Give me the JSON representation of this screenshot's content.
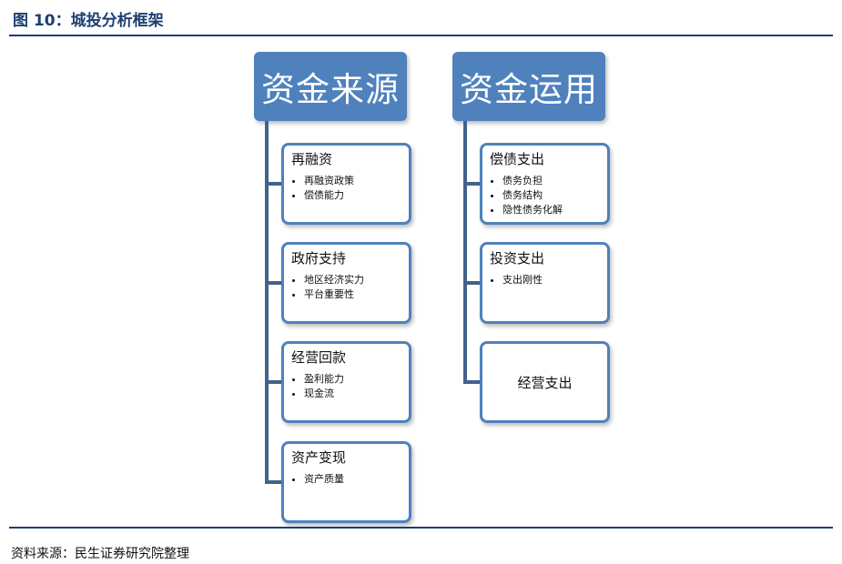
{
  "title": "图 10：城投分析框架",
  "source": "资料来源：民生证券研究院整理",
  "diagram": {
    "left": {
      "header": "资金来源",
      "children": [
        {
          "title": "再融资",
          "bullets": [
            "再融资政策",
            "偿债能力"
          ]
        },
        {
          "title": "政府支持",
          "bullets": [
            "地区经济实力",
            "平台重要性"
          ]
        },
        {
          "title": "经营回款",
          "bullets": [
            "盈利能力",
            "现金流"
          ]
        },
        {
          "title": "资产变现",
          "bullets": [
            "资产质量"
          ]
        }
      ]
    },
    "right": {
      "header": "资金运用",
      "children": [
        {
          "title": "偿债支出",
          "bullets": [
            "债务负担",
            "债务结构",
            "隐性债务化解"
          ]
        },
        {
          "title": "投资支出",
          "bullets": [
            "支出刚性"
          ]
        },
        {
          "title": "经营支出",
          "bullets": []
        }
      ]
    }
  },
  "colors": {
    "header_fill": "#4f81bd",
    "connector": "#41628c",
    "title_text": "#1b3f73"
  }
}
